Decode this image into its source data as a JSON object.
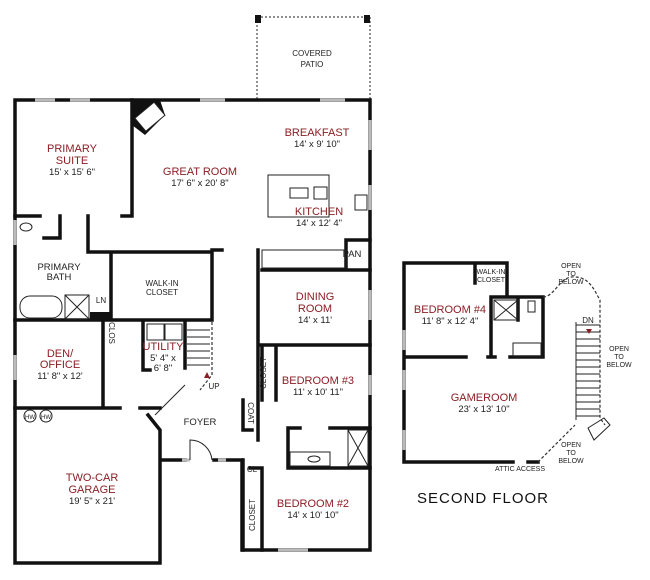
{
  "first_floor": {
    "rooms": {
      "covered_patio": {
        "name_1": "COVERED",
        "name_2": "PATIO"
      },
      "breakfast": {
        "name": "BREAKFAST",
        "dims": "14' x 9' 10\""
      },
      "primary_suite": {
        "name_1": "PRIMARY",
        "name_2": "SUITE",
        "dims": "15' x 15' 6\""
      },
      "great_room": {
        "name": "GREAT ROOM",
        "dims": "17' 6\" x 20' 8\""
      },
      "kitchen": {
        "name": "KITCHEN",
        "dims": "14' x 12' 4\""
      },
      "pantry": {
        "name": "PAN"
      },
      "primary_bath": {
        "name_1": "PRIMARY",
        "name_2": "BATH"
      },
      "walk_in_closet": {
        "name_1": "WALK-IN",
        "name_2": "CLOSET"
      },
      "linen": {
        "name": "LN"
      },
      "dining_room": {
        "name_1": "DINING",
        "name_2": "ROOM",
        "dims": "14' x 11'"
      },
      "closet_den": {
        "name": "CLOS"
      },
      "utility": {
        "name": "UTILITY",
        "dims_1": "5' 4\" x",
        "dims_2": "6' 8\""
      },
      "den_office": {
        "name_1": "DEN/",
        "name_2": "OFFICE",
        "dims": "11' 8\" x 12'"
      },
      "stairs_up": {
        "name": "UP"
      },
      "closet_bed3": {
        "name": "CLOSET"
      },
      "bedroom_3": {
        "name": "BEDROOM #3",
        "dims": "11' x 10' 11\""
      },
      "coat": {
        "name": "COAT"
      },
      "foyer": {
        "name": "FOYER"
      },
      "water_heaters": [
        "HW",
        "HW"
      ],
      "cl": {
        "name": "CL"
      },
      "closet_bed2": {
        "name": "CLOSET"
      },
      "bedroom_2": {
        "name": "BEDROOM #2",
        "dims": "14' x 10' 10\""
      },
      "garage": {
        "name_1": "TWO-CAR",
        "name_2": "GARAGE",
        "dims": "19' 5\" x 21'"
      }
    }
  },
  "second_floor": {
    "title": "SECOND FLOOR",
    "rooms": {
      "walk_in_closet": {
        "name_1": "WALK-IN",
        "name_2": "CLOSET"
      },
      "bedroom_4": {
        "name": "BEDROOM #4",
        "dims": "11' 8\" x 12' 4\""
      },
      "gameroom": {
        "name": "GAMEROOM",
        "dims": "23' x 13' 10\""
      },
      "stairs_down": {
        "name": "DN"
      },
      "attic_access": {
        "name": "ATTIC ACCESS"
      }
    },
    "open_to_below": [
      "OPEN",
      "TO",
      "BELOW"
    ]
  },
  "colors": {
    "room_label": "#8b1e24",
    "wall": "#111111"
  }
}
